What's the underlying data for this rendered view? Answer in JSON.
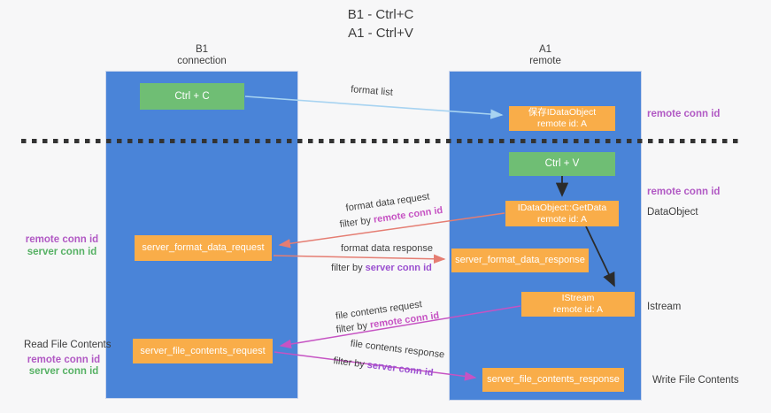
{
  "title": {
    "line1": "B1 - Ctrl+C",
    "line2": "A1 - Ctrl+V"
  },
  "columns": {
    "left": {
      "name": "B1",
      "subtitle": "connection"
    },
    "right": {
      "name": "A1",
      "subtitle": "remote"
    }
  },
  "nodes": {
    "ctrl_c": "Ctrl + C",
    "ctrl_v": "Ctrl + V",
    "save_idataobject": {
      "line1": "保存IDataObject",
      "line2": "remote id: A"
    },
    "getdata": {
      "line1": "IDataObject::GetData",
      "line2": "remote id: A"
    },
    "istream": {
      "line1": "IStream",
      "line2": "remote id: A"
    },
    "server_format_data_request": "server_format_data_request",
    "server_format_data_response": "server_format_data_response",
    "server_file_contents_request": "server_file_contents_request",
    "server_file_contents_response": "server_file_contents_response"
  },
  "annotations": {
    "right_remote_conn_id_top": "remote conn id",
    "right_remote_conn_id_mid": "remote conn id",
    "dataobject": "DataObject",
    "istream": "Istream",
    "write_file_contents": "Write File Contents",
    "left_remote_conn_id_top": "remote conn id",
    "left_server_conn_id_top": "server conn id",
    "read_file_contents": "Read File Contents",
    "left_remote_conn_id_bottom": "remote conn id",
    "left_server_conn_id_bottom": "server conn id"
  },
  "arrow_labels": {
    "format_list": "format list",
    "format_data_request": "format data request",
    "format_data_response": "format data response",
    "file_contents_request": "file contents request",
    "file_contents_response": "file contents response",
    "filter_by": "filter by ",
    "remote_conn_id": "remote conn id",
    "server_conn_id": "server conn id"
  },
  "colors": {
    "column_blue": "#4a84d8",
    "box_orange": "#f9ad49",
    "box_green": "#6fbe74",
    "purple_text": "#b159c4",
    "magenta_text": "#c653c3",
    "violet_text": "#9a4fd0",
    "green_text": "#56b164",
    "arrow_blue": "#a7d3f1",
    "arrow_red": "#e57d72",
    "arrow_magenta": "#c653c3",
    "arrow_black": "#2b2b2b"
  }
}
